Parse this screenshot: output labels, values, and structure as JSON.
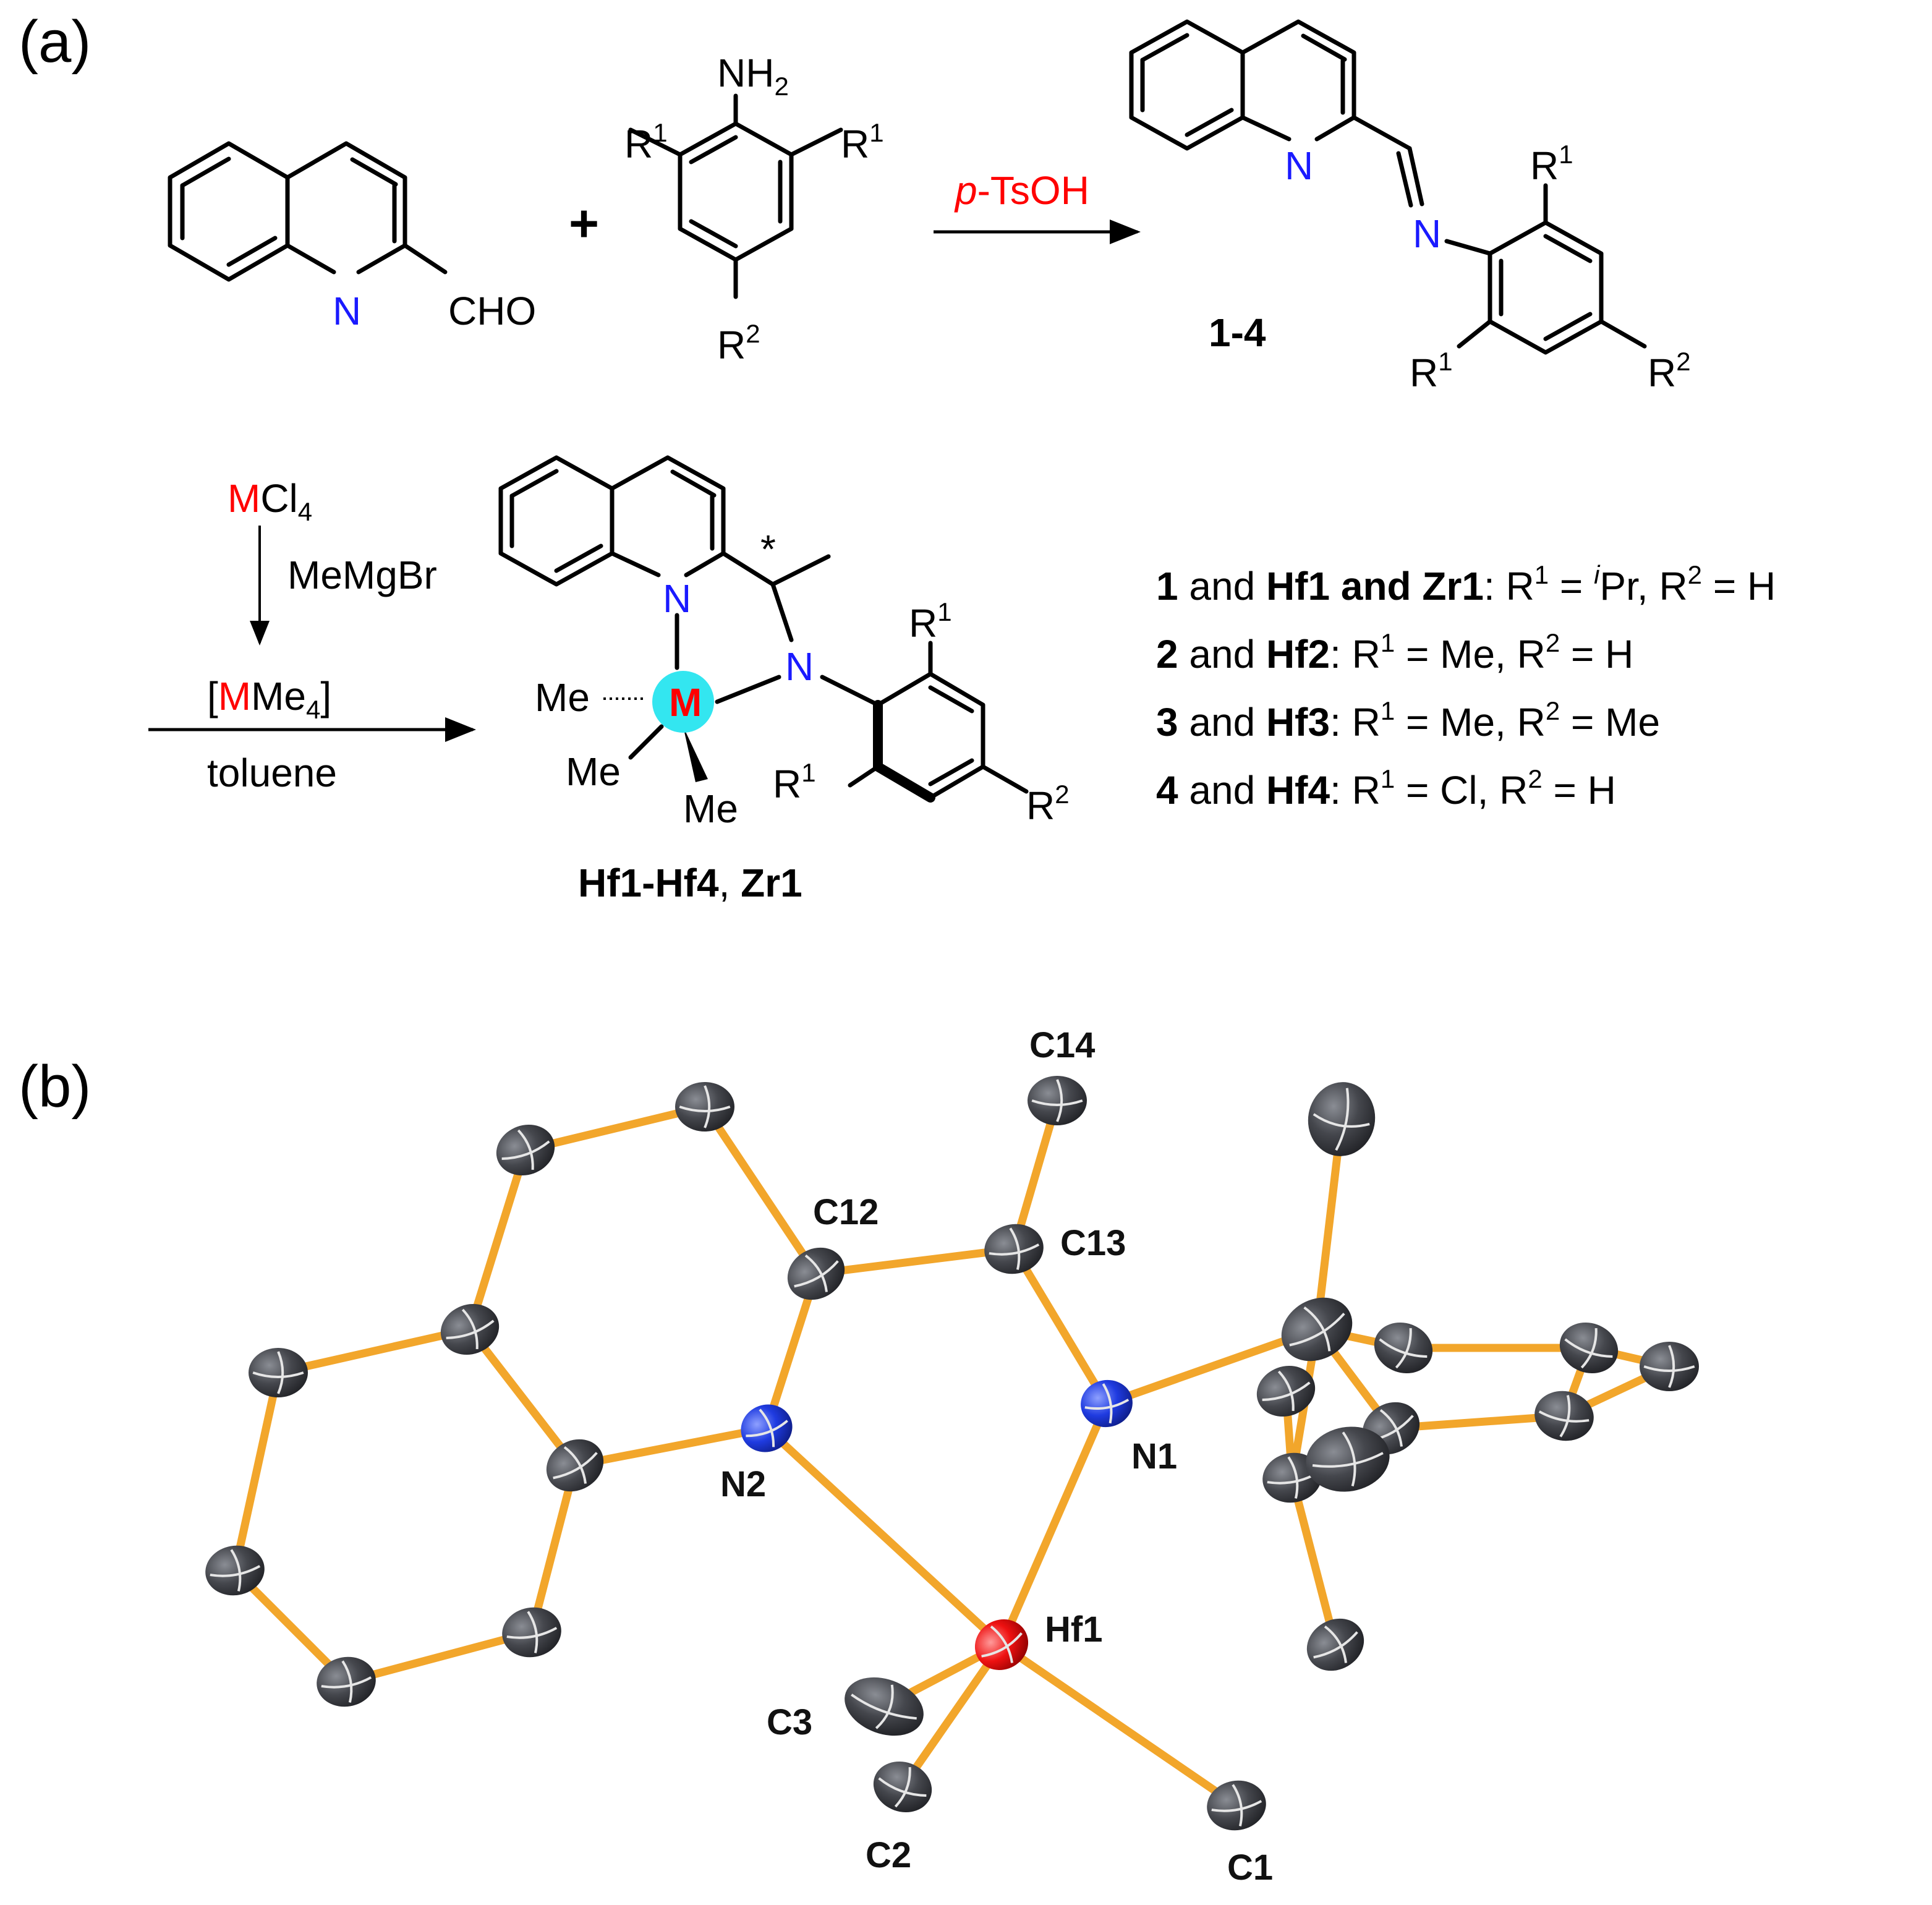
{
  "panel_a": {
    "label": "(a)",
    "aldehyde": {
      "N": "N",
      "cho": "CHO"
    },
    "plus": "+",
    "aniline": {
      "nh2": "NH",
      "nh2_sub": "2",
      "r": "R",
      "sup1": "1",
      "sup2": "2"
    },
    "reagent_red": "p",
    "reagent_rest": "-TsOH",
    "product_label": "1-4",
    "imine": {
      "N_ring": "N",
      "N_imine": "N"
    },
    "mcl4": {
      "M": "M",
      "rest": "Cl",
      "sub": "4"
    },
    "memgbr": "MeMgBr",
    "mme4": {
      "open": "[",
      "M": "M",
      "rest": "Me",
      "sub": "4",
      "close": "]"
    },
    "solvent": "toluene",
    "complex": {
      "M": "M",
      "me": "Me",
      "star": "*",
      "N": "N"
    },
    "complex_label_bold1": "Hf1-Hf4",
    "complex_label_sep": ", ",
    "complex_label_bold2": "Zr1",
    "legend": [
      {
        "bold": "1",
        "mid": " and ",
        "bold2": "Hf1 and Zr1",
        "rest": ": R",
        "sup1": "1",
        "eq1": " = ",
        "pre": "i",
        "val1": "Pr, R",
        "sup2": "2",
        "eq2": " = H"
      },
      {
        "bold": "2",
        "mid": " and ",
        "bold2": "Hf2",
        "rest": ": R",
        "sup1": "1",
        "eq1": " = ",
        "pre": "",
        "val1": "Me, R",
        "sup2": "2",
        "eq2": " = H"
      },
      {
        "bold": "3",
        "mid": " and ",
        "bold2": "Hf3",
        "rest": ": R",
        "sup1": "1",
        "eq1": " = ",
        "pre": "",
        "val1": "Me, R",
        "sup2": "2",
        "eq2": " = Me"
      },
      {
        "bold": "4",
        "mid": " and ",
        "bold2": "Hf4",
        "rest": ": R",
        "sup1": "1",
        "eq1": " = ",
        "pre": "",
        "val1": "Cl, R",
        "sup2": "2",
        "eq2": " = H"
      }
    ]
  },
  "panel_b": {
    "label": "(b)",
    "atoms": {
      "c14": "C14",
      "c12": "C12",
      "c13": "C13",
      "n1": "N1",
      "n2": "N2",
      "hf1": "Hf1",
      "c3": "C3",
      "c2": "C2",
      "c1": "C1"
    }
  },
  "colors": {
    "nitrogen": "#1a1aff",
    "metal": "#ff0000",
    "metal_highlight": "#33e6f0",
    "bond_stick": "#f2a62b",
    "carbon_ellipsoid": "#3c3e44"
  }
}
